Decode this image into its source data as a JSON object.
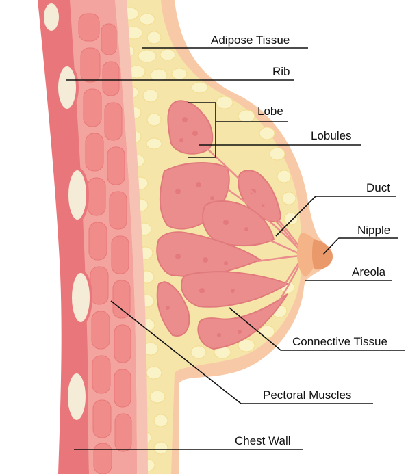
{
  "labels": {
    "adipose": "Adipose Tissue",
    "rib": "Rib",
    "lobe": "Lobe",
    "lobules": "Lobules",
    "duct": "Duct",
    "nipple": "Nipple",
    "areola": "Areola",
    "connective": "Connective Tissue",
    "pectoral": "Pectoral Muscles",
    "chest_wall": "Chest Wall"
  },
  "colors": {
    "muscle_dark": "#e8767a",
    "muscle_light": "#f3a49f",
    "muscle_band": "#f6c2b4",
    "rib_bone": "#f4ecd6",
    "fat_bg": "#f6e5a8",
    "fat_cell": "#fbf3c8",
    "skin": "#f8c9a6",
    "lobe": "#ec8d8d",
    "lobe_stroke": "#e07a7c",
    "nipple": "#ea9a6a",
    "leader": "#111111"
  }
}
